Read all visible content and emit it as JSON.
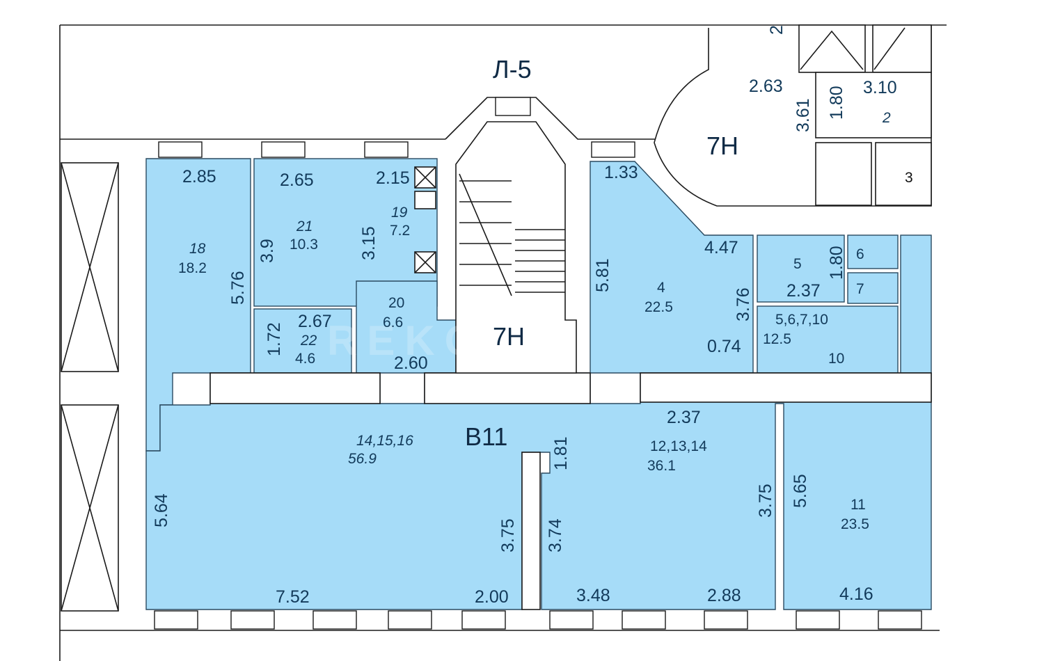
{
  "plan": {
    "section_label": "Л-5",
    "premise_label_upper": "7Н",
    "premise_label_stair": "7Н",
    "premise_label_main": "В11",
    "watermark": "REKOR",
    "colors": {
      "room_fill": "#a6dcf8",
      "wall": "#1a1a1a",
      "text": "#123a5a"
    }
  },
  "rooms": {
    "r18": {
      "number": "18",
      "area": "18.2"
    },
    "r21": {
      "number": "21",
      "area": "10.3"
    },
    "r19": {
      "number": "19",
      "area": "7.2"
    },
    "r20": {
      "number": "20",
      "area": "6.6"
    },
    "r22": {
      "number": "22",
      "area": "4.6"
    },
    "r4": {
      "number": "4",
      "area": "22.5"
    },
    "r5": {
      "number": "5"
    },
    "r6": {
      "number": "6"
    },
    "r7": {
      "number": "7"
    },
    "r10": {
      "number": "10"
    },
    "r5_10": {
      "number": "5,6,7,10",
      "area": "12.5"
    },
    "r14_16": {
      "number": "14,15,16",
      "area": "56.9"
    },
    "r12_14": {
      "number": "12,13,14",
      "area": "36.1"
    },
    "r11": {
      "number": "11",
      "area": "23.5"
    },
    "upper2": {
      "number": "2"
    },
    "upper3": {
      "number": "3"
    }
  },
  "dimensions": {
    "d285": "2.85",
    "d265": "2.65",
    "d215": "2.15",
    "d39": "3.9",
    "d315": "3.15",
    "d576": "5.76",
    "d267": "2.67",
    "d172": "1.72",
    "d260": "2.60",
    "d133": "1.33",
    "d581": "5.81",
    "d447": "4.47",
    "d376": "3.76",
    "d074": "0.74",
    "d180a": "1.80",
    "d237a": "2.37",
    "d237b": "2.37",
    "d181": "1.81",
    "d564": "5.64",
    "d375a": "3.75",
    "d374": "3.74",
    "d375b": "3.75",
    "d565": "5.65",
    "d752": "7.52",
    "d200": "2.00",
    "d348": "3.48",
    "d288": "2.88",
    "d416": "4.16",
    "d263": "2.63",
    "d361": "3.61",
    "d180b": "1.80",
    "d310": "3.10",
    "d2": "2"
  }
}
